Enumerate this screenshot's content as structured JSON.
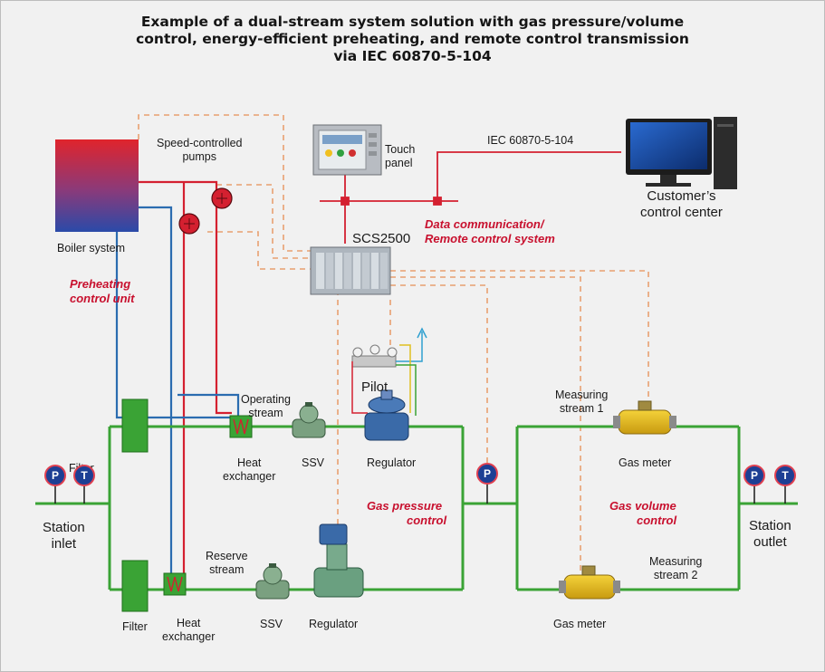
{
  "title": {
    "line1": "Example of a dual-stream system solution with gas pressure/volume",
    "line2": "control, energy-efficient preheating, and remote control transmission",
    "line3": "via IEC 60870-5-104"
  },
  "labels": {
    "speed_pumps_1": "Speed-controlled",
    "speed_pumps_2": "pumps",
    "touch_1": "Touch",
    "touch_2": "panel",
    "protocol": "IEC 60870-5-104",
    "customer_1": "Customer’s",
    "customer_2": "control center",
    "boiler": "Boiler system",
    "scs": "SCS2500",
    "datacomm_1": "Data communication/",
    "datacomm_2": "Remote control system",
    "preheat_1": "Preheating",
    "preheat_2": "control unit",
    "pilot": "Pilot",
    "operating_1": "Operating",
    "operating_2": "stream",
    "measuring1_1": "Measuring",
    "measuring1_2": "stream 1",
    "filter_top": "Filter",
    "heat_top_1": "Heat",
    "heat_top_2": "exchanger",
    "ssv_top": "SSV",
    "regulator_top": "Regulator",
    "gas_meter_top": "Gas meter",
    "gas_pressure_1": "Gas pressure",
    "gas_pressure_2": "control",
    "gas_volume_1": "Gas volume",
    "gas_volume_2": "control",
    "inlet_1": "Station",
    "inlet_2": "inlet",
    "outlet_1": "Station",
    "outlet_2": "outlet",
    "reserve_1": "Reserve",
    "reserve_2": "stream",
    "measuring2_1": "Measuring",
    "measuring2_2": "stream 2",
    "filter_bottom": "Filter",
    "heat_bottom_1": "Heat",
    "heat_bottom_2": "exchanger",
    "ssv_bottom": "SSV",
    "regulator_bottom": "Regulator",
    "gas_meter_bottom": "Gas meter",
    "gauge_p": "P",
    "gauge_t": "T"
  },
  "colors": {
    "gas_line": "#3aa335",
    "hot_water": "#d42030",
    "cold_water": "#2b6cb0",
    "data_link": "#e8a070",
    "accent_text": "#c8102e",
    "gauge_fill": "#1d3f94"
  }
}
